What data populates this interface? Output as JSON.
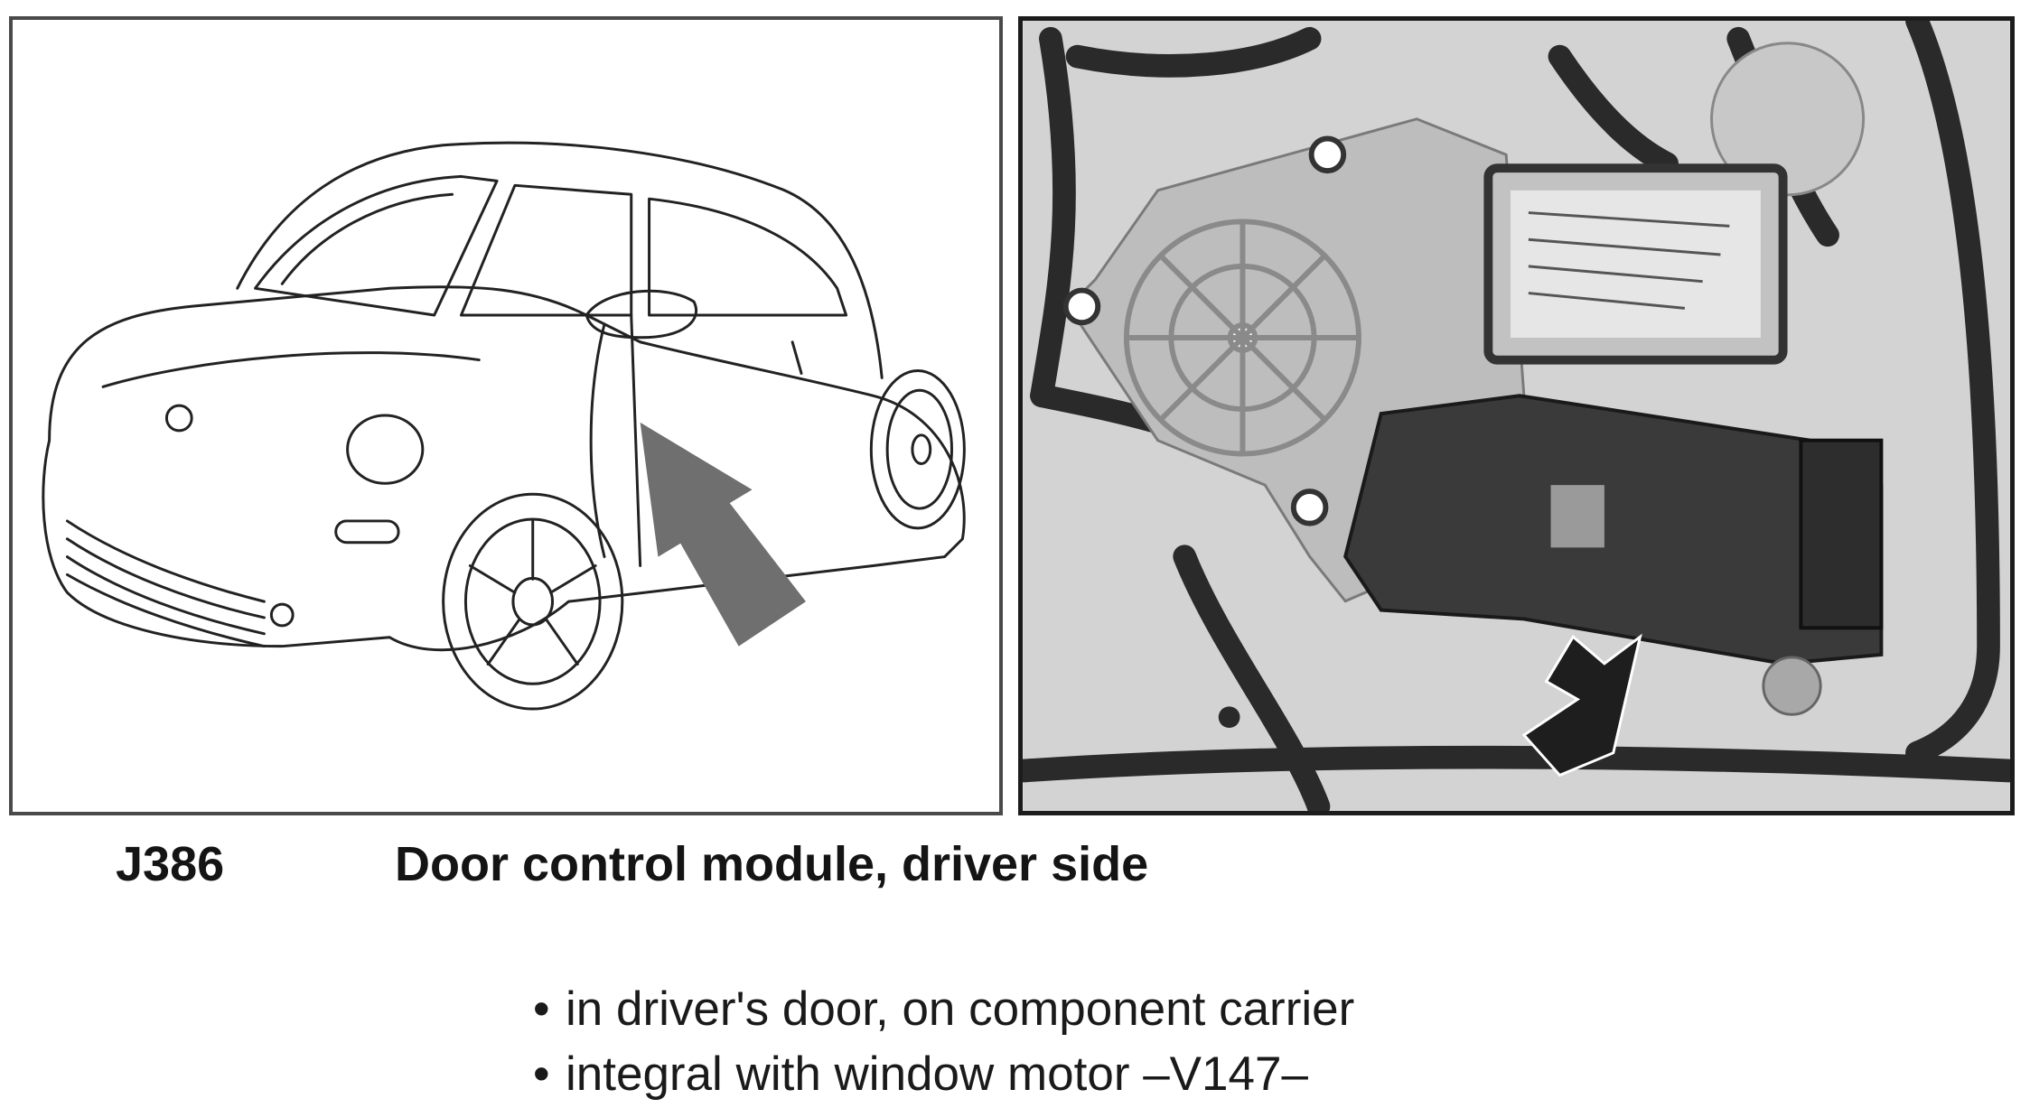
{
  "caption": {
    "code": "J386",
    "title": "Door control module, driver side"
  },
  "bullets": [
    {
      "marker": "•",
      "text": "in driver's door, on component carrier"
    },
    {
      "marker": "•",
      "text": "integral with window motor –V147–"
    }
  ],
  "figures": {
    "left": {
      "subject": "car-line-drawing",
      "arrow_color": "#6f6f6f"
    },
    "right": {
      "subject": "door-module-photo",
      "arrow_color": "#1e1e1e"
    }
  }
}
